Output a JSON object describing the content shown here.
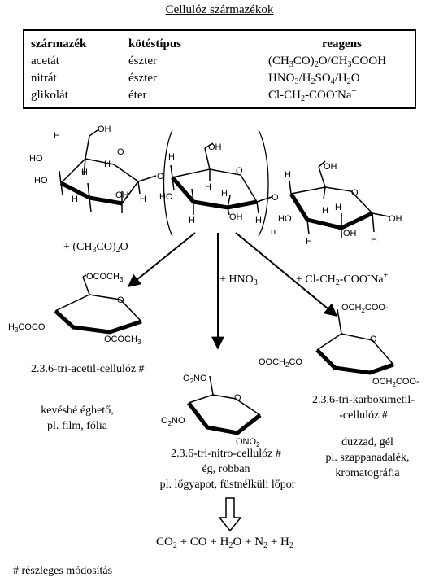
{
  "title": "Cellulóz származékok",
  "table": {
    "headers": [
      "származék",
      "kötéstípus",
      "reagens"
    ],
    "rows": [
      {
        "derivative": "acetát",
        "bond": "észter"
      },
      {
        "derivative": "nitrát",
        "bond": "észter"
      },
      {
        "derivative": "glikolát",
        "bond": "éter"
      }
    ]
  },
  "chem_labels": {
    "H": "H",
    "OH": "OH",
    "HO": "HO",
    "O": "O",
    "n": "n",
    "OCOCH3": "OCOCH",
    "OCOCH3_sub": "3",
    "H3COCO": "H",
    "H3COCO_sub": "3",
    "H3COCO_rest": "COCO",
    "O2NO_a": "O",
    "O2NO_sub": "2",
    "O2NO_b": "NO",
    "ONO2_a": "ONO",
    "OCH2COO_a": "OCH",
    "OCH2COO_sub": "2",
    "OCH2COO_b": "COO-",
    "OOCH2CO_a": "OOCH",
    "OOCH2CO_b": "CO"
  },
  "products": {
    "acetyl": {
      "name": "2.3.6-tri-acetil-cellulóz #",
      "note_line1": "kevésbé éghető,",
      "note_line2": "pl. film, fólia"
    },
    "nitro": {
      "name": "2.3.6-tri-nitro-cellulóz #",
      "note_line1": "ég, robban",
      "note_line2": "pl. lőgyapot, füstnélküli lőpor"
    },
    "carboxymethyl": {
      "name_line1": "2.3.6-tri-karboximetil-",
      "name_line2": "-cellulóz #",
      "note_line1": "duzzad, gél",
      "note_line2": "pl. szappanadalék,",
      "note_line3": "kromatográfia"
    }
  },
  "footnote": "# részleges módosítás"
}
